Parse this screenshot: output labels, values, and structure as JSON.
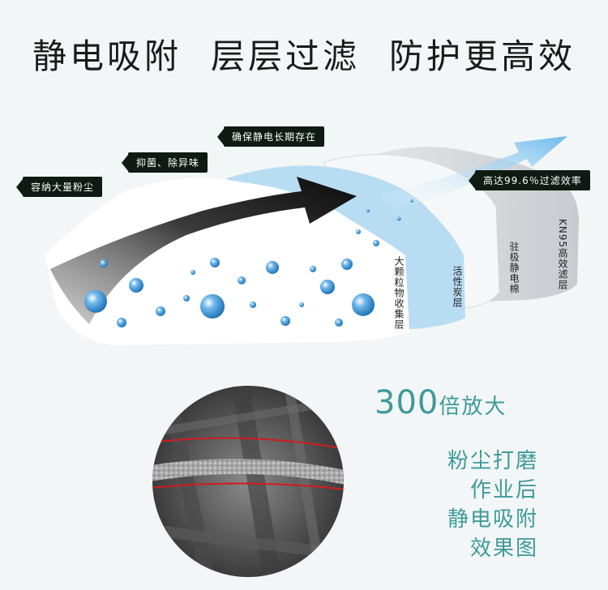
{
  "headline": {
    "part1": "静电吸附",
    "part2": "层层过滤",
    "part3": "防护更高效"
  },
  "tags": {
    "t1": "容纳大量粉尘",
    "t2": "抑菌、除异味",
    "t3": "确保静电长期存在",
    "t4": "高达99.6％过滤效率"
  },
  "layers": {
    "l1": "大颗粒物收集层",
    "l2": "活性炭层",
    "l3": "驻极静电棉",
    "l4": "KN95高效滤层"
  },
  "zoom": {
    "number": "300",
    "text": "倍放大"
  },
  "description": {
    "line1": "粉尘打磨",
    "line2": "作业后",
    "line3": "静电吸附",
    "line4": "效果图"
  },
  "colors": {
    "accent": "#3f9a9a",
    "tag_bg": "#0f1a12",
    "bubble": "#2a8fd4",
    "carbon_layer": "#b8dcf2"
  }
}
